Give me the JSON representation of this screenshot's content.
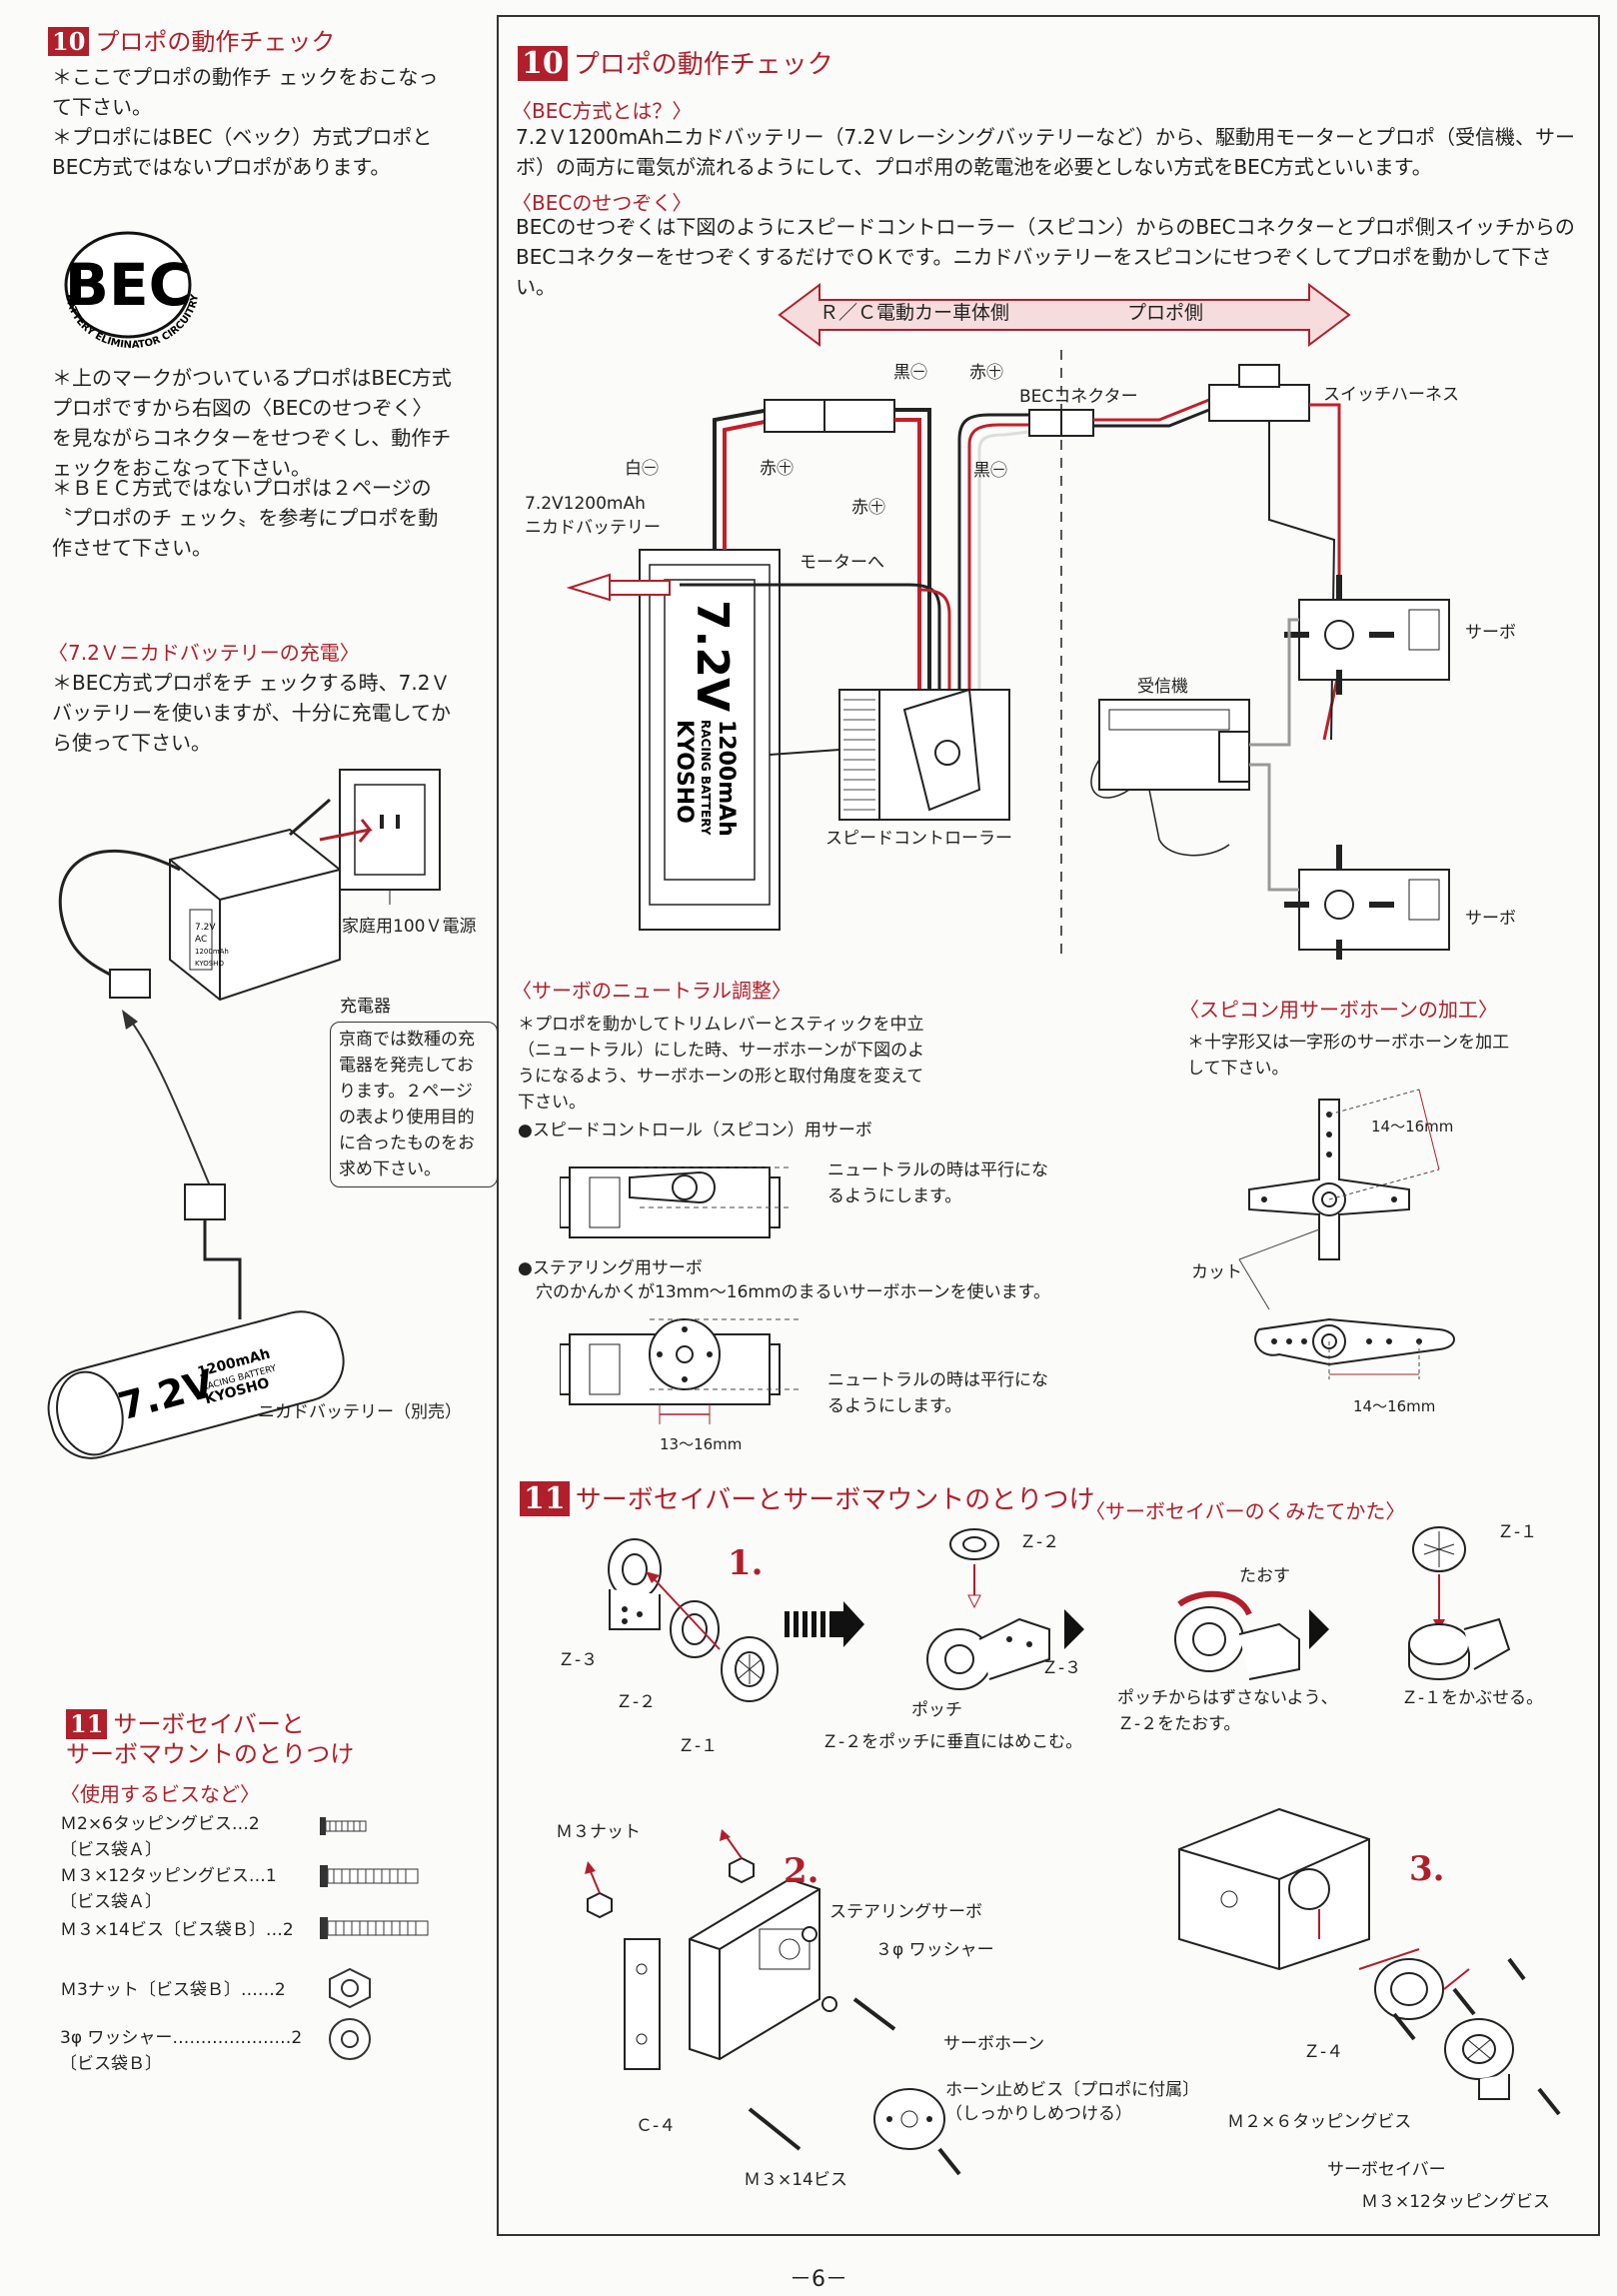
{
  "left": {
    "sec10_num": "10",
    "sec10_title": "プロポの動作チェック",
    "sec10_bullets": [
      "＊ここでプロポの動作チ ェックをおこなって下さい。",
      "＊プロポにはBEC（ベック）方式プロポとBEC方式ではないプロポがあります。"
    ],
    "bec_logo": "BEC",
    "bec_logo_sub": "BATTERY ELIMINATOR CIRCUITRY",
    "bec_bullets": [
      "＊上のマークがついているプロポはBEC方式プロポですから右図の〈BECのせつぞく〉を見ながらコネクターをせつぞくし、動作チ ェックをおこなって下さい。",
      "＊ＢＥＣ方式ではないプロポは２ページの〝プロポのチ ェック〟を参考にプロポを動作させて下さい。"
    ],
    "charge_heading": "〈7.2Ｖニカドバッテリーの充電〉",
    "charge_text": "＊BEC方式プロポをチ ェックする時、7.2Ｖバッテリーを使いますが、十分に充電してから使って下さい。",
    "label_outlet": "家庭用100Ｖ電源",
    "label_charger": "充電器",
    "charger_note": "京商では数種の充電器を発売しております。２ページの表より使用目的に合ったものをお求め下さい。",
    "label_nicad": "ニカドバッテリー（別売）",
    "charger_face": [
      "7.2V",
      "AC",
      "1200mAh",
      "KYOSHO"
    ],
    "battery_face": [
      "7.2V",
      "1200mAh",
      "RACING BATTERY",
      "KYOSHO"
    ],
    "sec11_num": "11",
    "sec11_title_1": "サーボセイバーと",
    "sec11_title_2": "サーボマウントのとりつけ",
    "parts_heading": "〈使用するビスなど〉",
    "parts": [
      {
        "name": "Ｍ2×6タッピングビス…2",
        "bag": "〔ビス袋Ａ〕"
      },
      {
        "name": "Ｍ３×12タッピングビス…1",
        "bag": "〔ビス袋Ａ〕"
      },
      {
        "name": "Ｍ３×14ビス〔ビス袋Ｂ〕…2",
        "bag": ""
      },
      {
        "name": "Ｍ3ナット〔ビス袋Ｂ〕……2",
        "bag": ""
      },
      {
        "name": "3φ ワッシャー…………………2",
        "bag": "〔ビス袋Ｂ〕"
      }
    ]
  },
  "right": {
    "sec10_num": "10",
    "sec10_title": "プロポの動作チェック",
    "bec_what_heading": "〈BEC方式とは？〉",
    "bec_what_text": "7.2Ｖ1200mAhニカドバッテリー（7.2Ｖレーシングバッテリーなど）から、駆動用モーターとプロポ（受信機、サーボ）の両方に電気が流れるようにして、プロポ用の乾電池を必要としない方式をBEC方式といいます。",
    "bec_conn_heading": "〈BECのせつぞく〉",
    "bec_conn_text": "BECのせつぞくは下図のようにスピードコントローラー（スピコン）からのBECコネクターとプロポ側スイッチからのBECコネクターをせつぞくするだけでＯＫです。ニカドバッテリーをスピコンにせつぞくしてプロポを動かして下さい。",
    "arrow_left": "Ｒ／Ｃ電動カー車体側",
    "arrow_right": "プロポ側",
    "w_black1": "黒㊀",
    "w_red1": "赤㊉",
    "w_bec": "BECコネクター",
    "w_switch": "スイッチハーネス",
    "w_white": "白㊀",
    "w_red2": "赤㊉",
    "w_black2": "黒㊀",
    "w_red3": "赤㊉",
    "w_battery": "7.2V1200mAh\nニカドバッテリー",
    "w_motor": "モーターへ",
    "w_servo1": "サーボ",
    "w_receiver": "受信機",
    "w_speedctrl": "スピードコントローラー",
    "w_servo2": "サーボ",
    "w_batt_face": [
      "7.2V",
      "1200mAh",
      "RACING BATTERY",
      "KYOSHO"
    ],
    "neutral_heading": "〈サーボのニュートラル調整〉",
    "neutral_text": "＊プロポを動かしてトリムレバーとスティックを中立（ニュートラル）にした時、サーボホーンが下図のようになるよう、サーボホーンの形と取付角度を変えて下さい。",
    "sc_servo_title": "●スピードコントロール（スピコン）用サーボ",
    "neutral_note_1": "ニュートラルの時は平行になるようにします。",
    "steer_title": "●ステアリング用サーボ",
    "steer_text": "穴のかんかくが13mm～16mmのまるいサーボホーンを使います。",
    "neutral_note_2": "ニュートラルの時は平行になるようにします。",
    "dim_13_16": "13～16mm",
    "horn_heading": "〈スピコン用サーボホーンの加工〉",
    "horn_text": "＊十字形又は一字形のサーボホーンを加工して下さい。",
    "dim_14_16_a": "14～16mm",
    "cut_label": "カット",
    "dim_14_16_b": "14～16mm",
    "sec11_num": "11",
    "sec11_title": "サーボセイバーとサーボマウントのとりつけ",
    "saver_heading": "〈サーボセイバーのくみたてかた〉",
    "step1": "1.",
    "p_z3": "Ｚ-３",
    "p_z2": "Ｚ-２",
    "p_z1": "Ｚ-１",
    "p_z2b": "Ｚ-２",
    "p_z3b": "Ｚ-３",
    "p_bocchi": "ポッチ",
    "cap_a": "Ｚ-２をポッチに垂直にはめこむ。",
    "p_taosu": "たおす",
    "cap_b": "ポッチからはずさないよう、Ｚ-２をたおす。",
    "p_z1b": "Ｚ-１",
    "cap_c": "Ｚ-１をかぶせる。",
    "step2": "2.",
    "p_m3nut": "Ｍ３ナット",
    "p_steer_servo": "ステアリングサーボ",
    "p_washer": "３φ ワッシャー",
    "p_horn": "サーボホーン",
    "p_horn_screw": "ホーン止めビス〔プロポに付属〕",
    "p_horn_screw2": "（しっかりしめつける）",
    "p_c4": "Ｃ-４",
    "p_m3x14": "Ｍ３×14ビス",
    "step3": "3.",
    "p_z4": "Ｚ-４",
    "p_m2x6": "Ｍ２×６タッピングビス",
    "p_saver": "サーボセイバー",
    "p_m3x12": "Ｍ３×12タッピングビス"
  },
  "page_number": "－6－"
}
